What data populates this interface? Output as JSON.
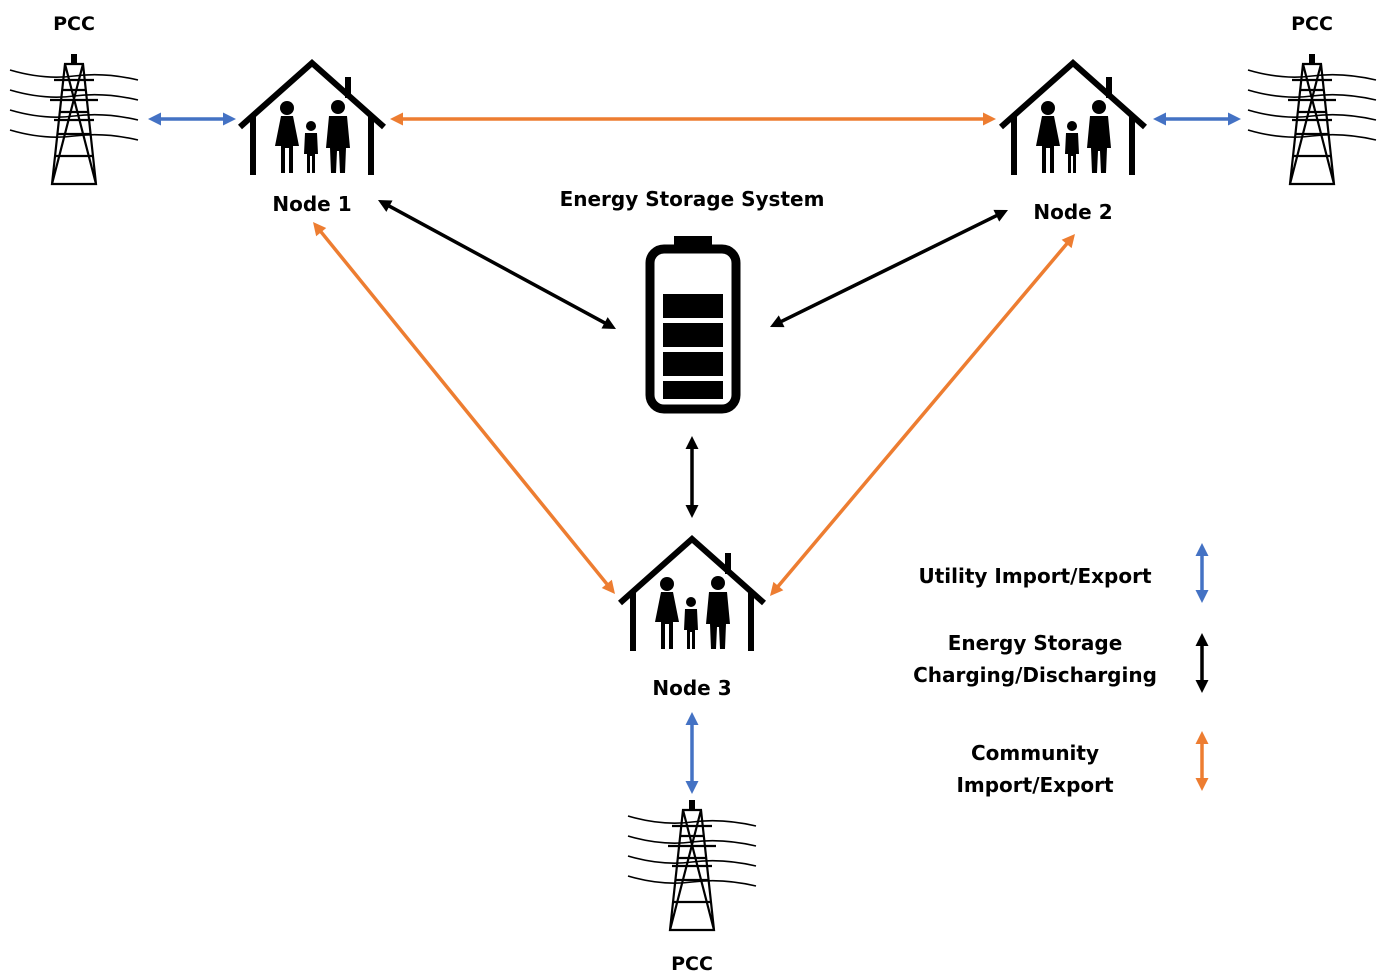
{
  "title": "Energy Storage System",
  "nodes": {
    "node1": "Node 1",
    "node2": "Node 2",
    "node3": "Node 3"
  },
  "pcc": {
    "left": "PCC",
    "right": "PCC",
    "bottom": "PCC"
  },
  "legend": {
    "utility": "Utility Import/Export",
    "storage_line1": "Energy Storage",
    "storage_line2": "Charging/Discharging",
    "community_line1": "Community",
    "community_line2": "Import/Export"
  },
  "colors": {
    "utility": "#4472C4",
    "storage": "#000000",
    "community": "#ED7D31"
  }
}
